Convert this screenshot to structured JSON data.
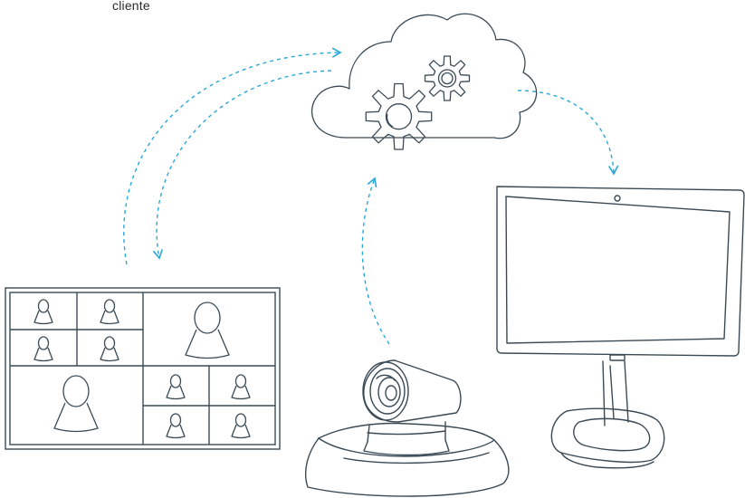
{
  "caption": "cliente",
  "colors": {
    "outline": "#3a4a55",
    "accent": "#29a8d6"
  },
  "elements": {
    "cloud": "cloud-icon",
    "gears": "gear-icon",
    "monitor": "monitor-icon",
    "camera": "ptz-camera-icon",
    "video_grid": "video-conference-grid",
    "arrows": "dashed-flow-arrows"
  }
}
